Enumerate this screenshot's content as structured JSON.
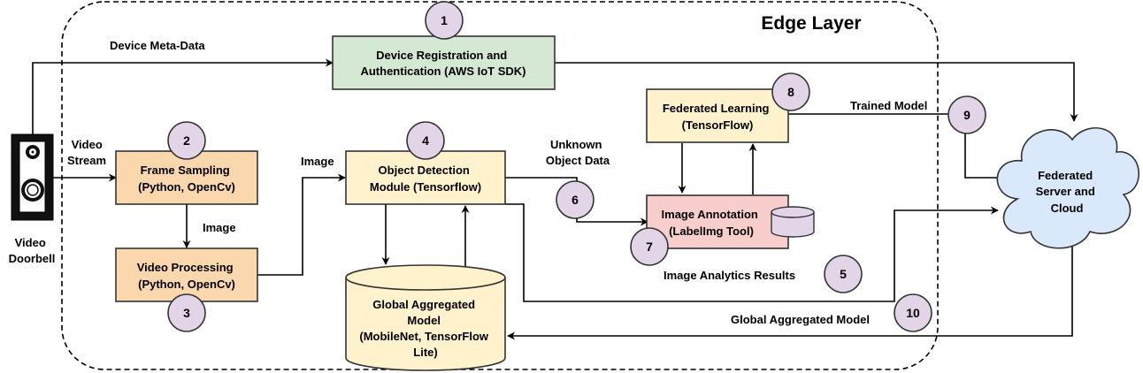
{
  "edge_layer_title": "Edge Layer",
  "boxes": {
    "device_registration": [
      "Device Registration and",
      "Authentication (AWS IoT SDK)"
    ],
    "frame_sampling": [
      "Frame Sampling",
      "(Python, OpenCv)"
    ],
    "video_processing": [
      "Video Processing",
      "(Python, OpenCv)"
    ],
    "object_detection": [
      "Object Detection",
      "Module (Tensorflow)"
    ],
    "federated_learning": [
      "Federated Learning",
      "(TensorFlow)"
    ],
    "image_annotation": [
      "Image Annotation",
      "(LabelImg Tool)"
    ],
    "global_model": [
      "Global Aggregated",
      "Model",
      "(MobileNet, TensorFlow",
      "Lite)"
    ],
    "federated_server": [
      "Federated",
      "Server and",
      "Cloud"
    ]
  },
  "labels": {
    "device_meta_data": "Device Meta-Data",
    "video_stream": [
      "Video",
      "Stream"
    ],
    "video_doorbell": [
      "Video",
      "Doorbell"
    ],
    "image_1": "Image",
    "image_2": "Image",
    "unknown_object_data": [
      "Unknown",
      "Object Data"
    ],
    "trained_model": "Trained Model",
    "image_analytics_results": "Image Analytics Results",
    "global_aggregated_model": "Global Aggregated Model"
  },
  "step_numbers": [
    "1",
    "2",
    "3",
    "4",
    "5",
    "6",
    "7",
    "8",
    "9",
    "10"
  ],
  "colors": {
    "green_fill": "#d5e8d4",
    "green_stroke": "#333333",
    "orange_fill": "#fad7ac",
    "orange_stroke": "#333333",
    "yellow_fill": "#fff2cc",
    "yellow_stroke": "#333333",
    "red_fill": "#f8cecc",
    "red_stroke": "#333333",
    "blue_fill": "#dae8fc",
    "blue_stroke": "#333333",
    "circle_fill": "#e1d5e7",
    "circle_stroke": "#333333"
  },
  "icons": {
    "doorbell": "video-doorbell-icon",
    "database": "database-cylinder-icon",
    "cloud": "cloud-shape"
  }
}
